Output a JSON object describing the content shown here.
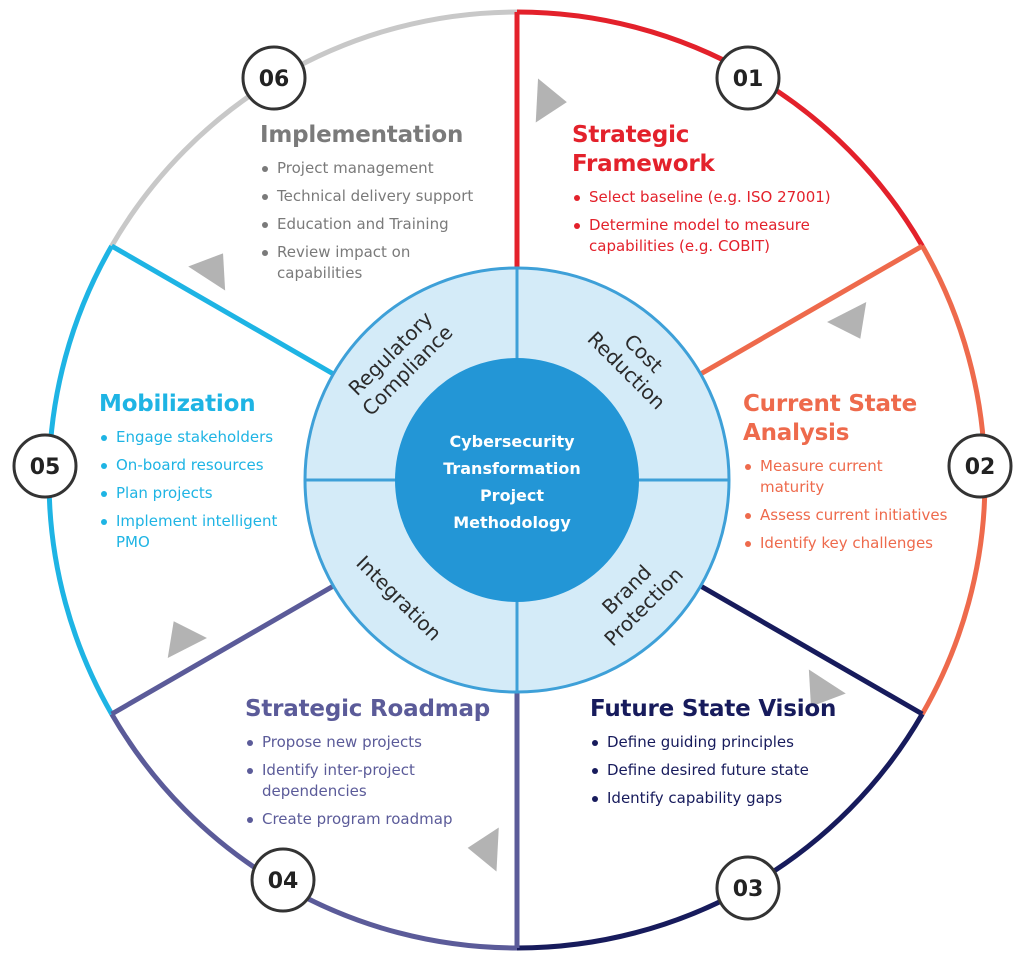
{
  "center": {
    "lines": [
      "Cybersecurity",
      "Transformation",
      "Project",
      "Methodology"
    ]
  },
  "inner_ring": {
    "quadrants": [
      {
        "id": "regulatory",
        "lines": [
          "Regulatory",
          "Compliance"
        ]
      },
      {
        "id": "cost",
        "lines": [
          "Cost",
          "Reduction"
        ]
      },
      {
        "id": "brand",
        "lines": [
          "Brand",
          "Protection"
        ]
      },
      {
        "id": "integration",
        "lines": [
          "Integration"
        ]
      }
    ]
  },
  "segments": [
    {
      "number": "01",
      "color": "#e3212b",
      "title_lines": [
        "Strategic",
        "Framework"
      ],
      "bullets": [
        [
          "Select baseline (e.g. ISO 27001)"
        ],
        [
          "Determine model to measure",
          "capabilities (e.g. COBIT)"
        ]
      ]
    },
    {
      "number": "02",
      "color": "#ee6a4c",
      "title_lines": [
        "Current State",
        "Analysis"
      ],
      "bullets": [
        [
          "Measure current",
          "maturity"
        ],
        [
          "Assess current initiatives"
        ],
        [
          "Identify key challenges"
        ]
      ]
    },
    {
      "number": "03",
      "color": "#171b5c",
      "title_lines": [
        "Future State Vision"
      ],
      "bullets": [
        [
          "Define guiding principles"
        ],
        [
          "Define desired future state"
        ],
        [
          "Identify capability gaps"
        ]
      ]
    },
    {
      "number": "04",
      "color": "#5b5b99",
      "title_lines": [
        "Strategic Roadmap"
      ],
      "bullets": [
        [
          "Propose new projects"
        ],
        [
          "Identify inter-project",
          "dependencies"
        ],
        [
          "Create program roadmap"
        ]
      ]
    },
    {
      "number": "05",
      "color": "#1eb4e4",
      "title_lines": [
        "Mobilization"
      ],
      "bullets": [
        [
          "Engage stakeholders"
        ],
        [
          "On-board resources"
        ],
        [
          "Plan projects"
        ],
        [
          "Implement intelligent",
          "PMO"
        ]
      ]
    },
    {
      "number": "06",
      "color": "#7a7a7a",
      "title_lines": [
        "Implementation"
      ],
      "bullets": [
        [
          "Project management"
        ],
        [
          "Technical delivery support"
        ],
        [
          "Education and Training"
        ],
        [
          "Review impact on",
          "capabilities"
        ]
      ]
    }
  ],
  "colors": {
    "ring_gray": "#c8c8c8",
    "inner_ring_fill": "#d4ebf8",
    "inner_ring_stroke": "#3ea0d8",
    "core_fill": "#2396d6",
    "arrow_gray": "#b3b3b3",
    "number_circle_stroke": "#333333"
  }
}
